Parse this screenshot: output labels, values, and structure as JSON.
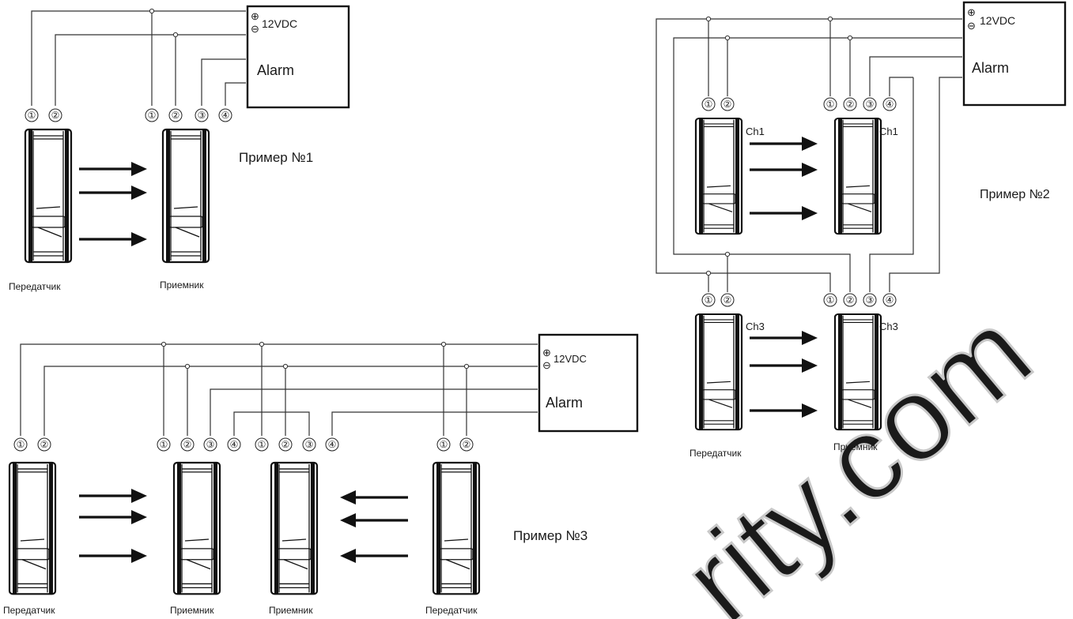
{
  "labels": {
    "psu": "12VDC",
    "alarm": "Alarm",
    "transmitter": "Передатчик",
    "receiver": "Приемник",
    "example1": "Пример №1",
    "example2": "Пример №2",
    "example3": "Пример №3",
    "ch1": "Ch1",
    "ch3": "Ch3"
  },
  "terminals": {
    "t1": "①",
    "t2": "②",
    "t3": "③",
    "t4": "④"
  },
  "symbols": {
    "plus": "⊕",
    "minus": "⊖"
  },
  "watermark": "rity.com"
}
